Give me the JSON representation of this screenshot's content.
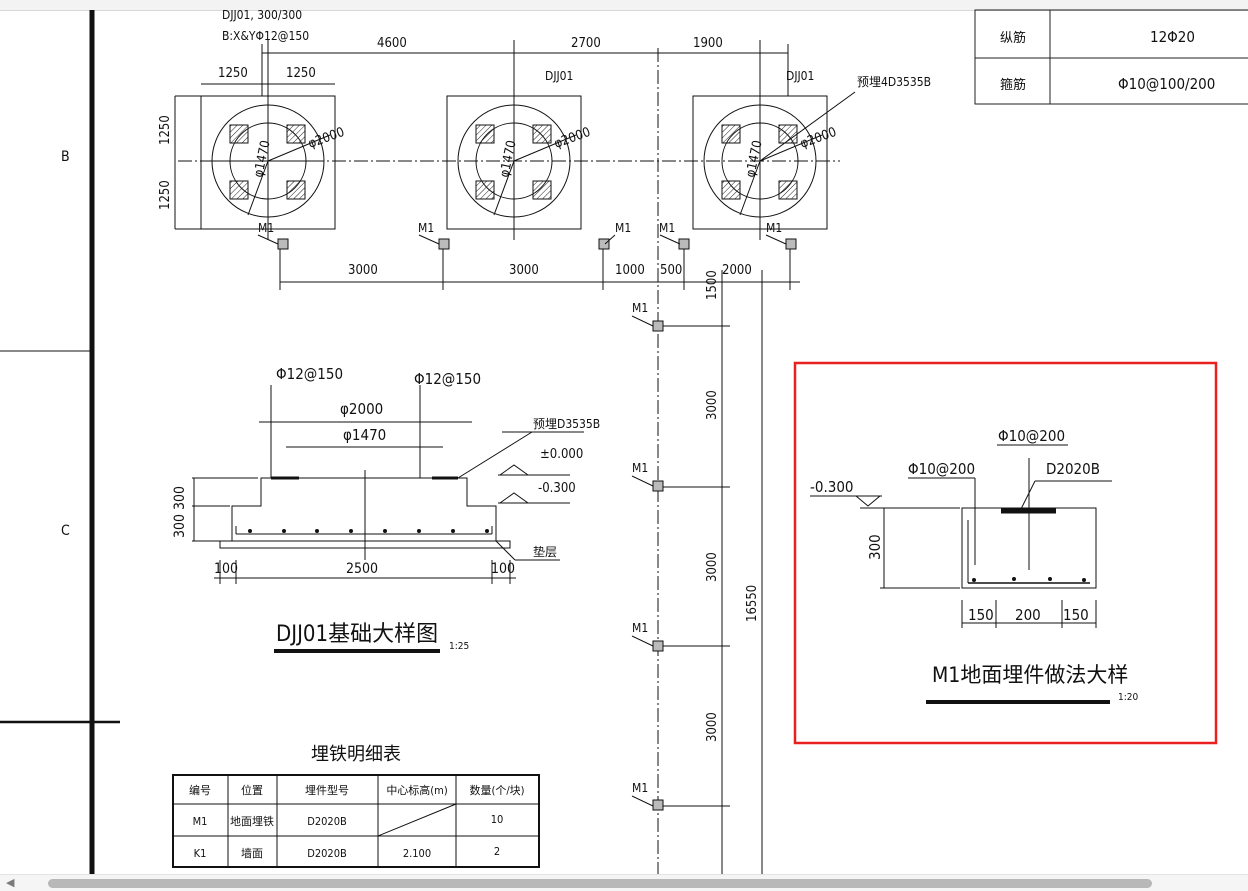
{
  "rows": {
    "b": "B",
    "c": "C"
  },
  "top_note": {
    "line1": "DJJ01, 300/300",
    "line2": "B:X&YΦ12@150"
  },
  "rebar_table": {
    "rows": [
      {
        "label": "纵筋",
        "value": "12Φ20"
      },
      {
        "label": "箍筋",
        "value": "Φ10@100/200"
      }
    ]
  },
  "plan": {
    "dims_top": [
      "4600",
      "2700",
      "1900"
    ],
    "dims_sub": [
      "1250",
      "1250"
    ],
    "dims_left": [
      "1250",
      "1250"
    ],
    "dims_bottom": [
      "3000",
      "3000",
      "1000",
      "500",
      "2000"
    ],
    "labels": {
      "dj01": "DJJ01",
      "embed": "预埋4D3535B",
      "phi2000": "φ2000",
      "phi1470": "φ1470",
      "m1": "M1"
    }
  },
  "vertical_dims": [
    "1500",
    "3000",
    "3000",
    "3000",
    "16550"
  ],
  "section": {
    "rebar_left": "Φ12@150",
    "rebar_right": "Φ12@150",
    "dia_outer": "φ2000",
    "dia_inner": "φ1470",
    "embed": "预埋D3535B",
    "elev_top": "±0.000",
    "elev_bottom": "-0.300",
    "height_left": "300 300",
    "cushion": "垫层",
    "dim_left": "100",
    "dim_mid": "2500",
    "dim_right": "100",
    "title": "DJJ01基础大样图",
    "scale": "1:25"
  },
  "detail": {
    "rebar_top": "Φ10@200",
    "rebar_left": "Φ10@200",
    "plate": "D2020B",
    "elev": "-0.300",
    "height": "300",
    "dims": [
      "150",
      "200",
      "150"
    ],
    "title": "M1地面埋件做法大样",
    "scale": "1:20",
    "highlight_color": "#e8201f"
  },
  "embed_table": {
    "title": "埋铁明细表",
    "headers": [
      "编号",
      "位置",
      "埋件型号",
      "中心标高(m)",
      "数量(个/块)"
    ],
    "rows": [
      [
        "M1",
        "地面埋铁",
        "D2020B",
        "",
        "10"
      ],
      [
        "K1",
        "墙面",
        "D2020B",
        "2.100",
        "2"
      ]
    ]
  }
}
